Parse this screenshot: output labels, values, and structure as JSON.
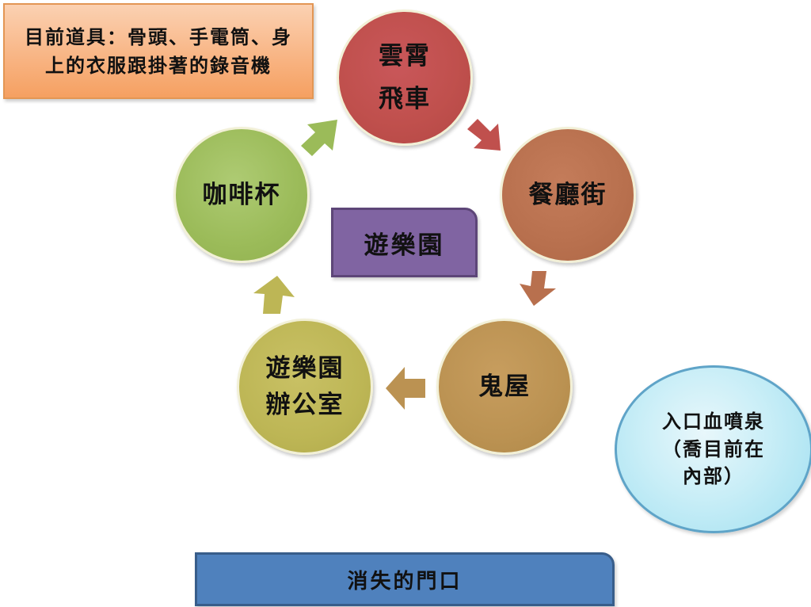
{
  "cycle": {
    "center": "遊樂園",
    "nodes": [
      {
        "label": "雲霄\n飛車",
        "color": "#c0504d"
      },
      {
        "label": "餐廳街",
        "color": "#b8704e"
      },
      {
        "label": "鬼屋",
        "color": "#bb9252"
      },
      {
        "label": "遊樂園\n辦公室",
        "color": "#bdb655"
      },
      {
        "label": "咖啡杯",
        "color": "#9bbb59"
      }
    ]
  },
  "items_note": {
    "text": "目前道具：骨頭、手電筒、身\n上的衣服跟掛著的錄音機"
  },
  "blood_fountain": {
    "text": "入口血噴泉\n（喬目前在\n內部）"
  },
  "bottom_bar": {
    "label": "消失的門口"
  }
}
